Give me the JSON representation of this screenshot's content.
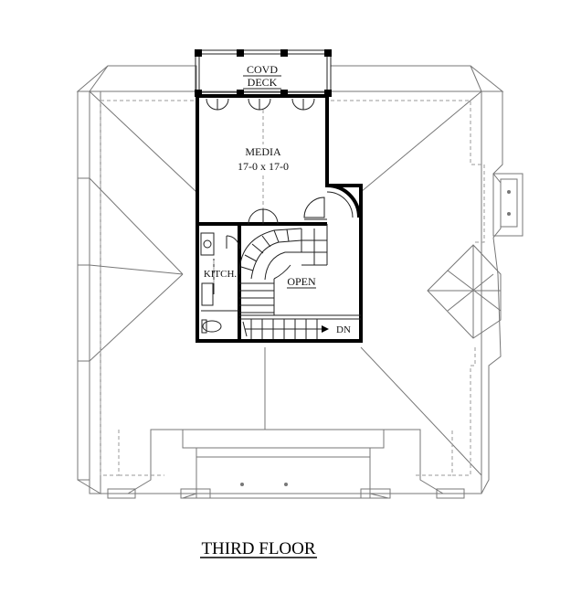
{
  "plan": {
    "title": "THIRD FLOOR",
    "rooms": {
      "deck_line1": "COVD",
      "deck_line2": "DECK",
      "media_name": "MEDIA",
      "media_size": "17-0 x 17-0",
      "kitchen": "KITCH.",
      "open": "OPEN",
      "stair_dn": "DN"
    }
  }
}
